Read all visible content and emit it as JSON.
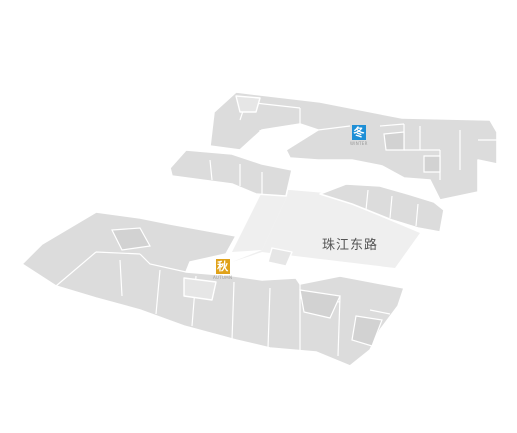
{
  "map": {
    "road_name": "珠江东路",
    "zones": [
      {
        "id": "winter",
        "glyph": "冬",
        "subtitle": "WINTER",
        "color": "#1e8fd6"
      },
      {
        "id": "autumn",
        "glyph": "秋",
        "subtitle": "AUTUMN",
        "color": "#e0a21a"
      }
    ]
  }
}
